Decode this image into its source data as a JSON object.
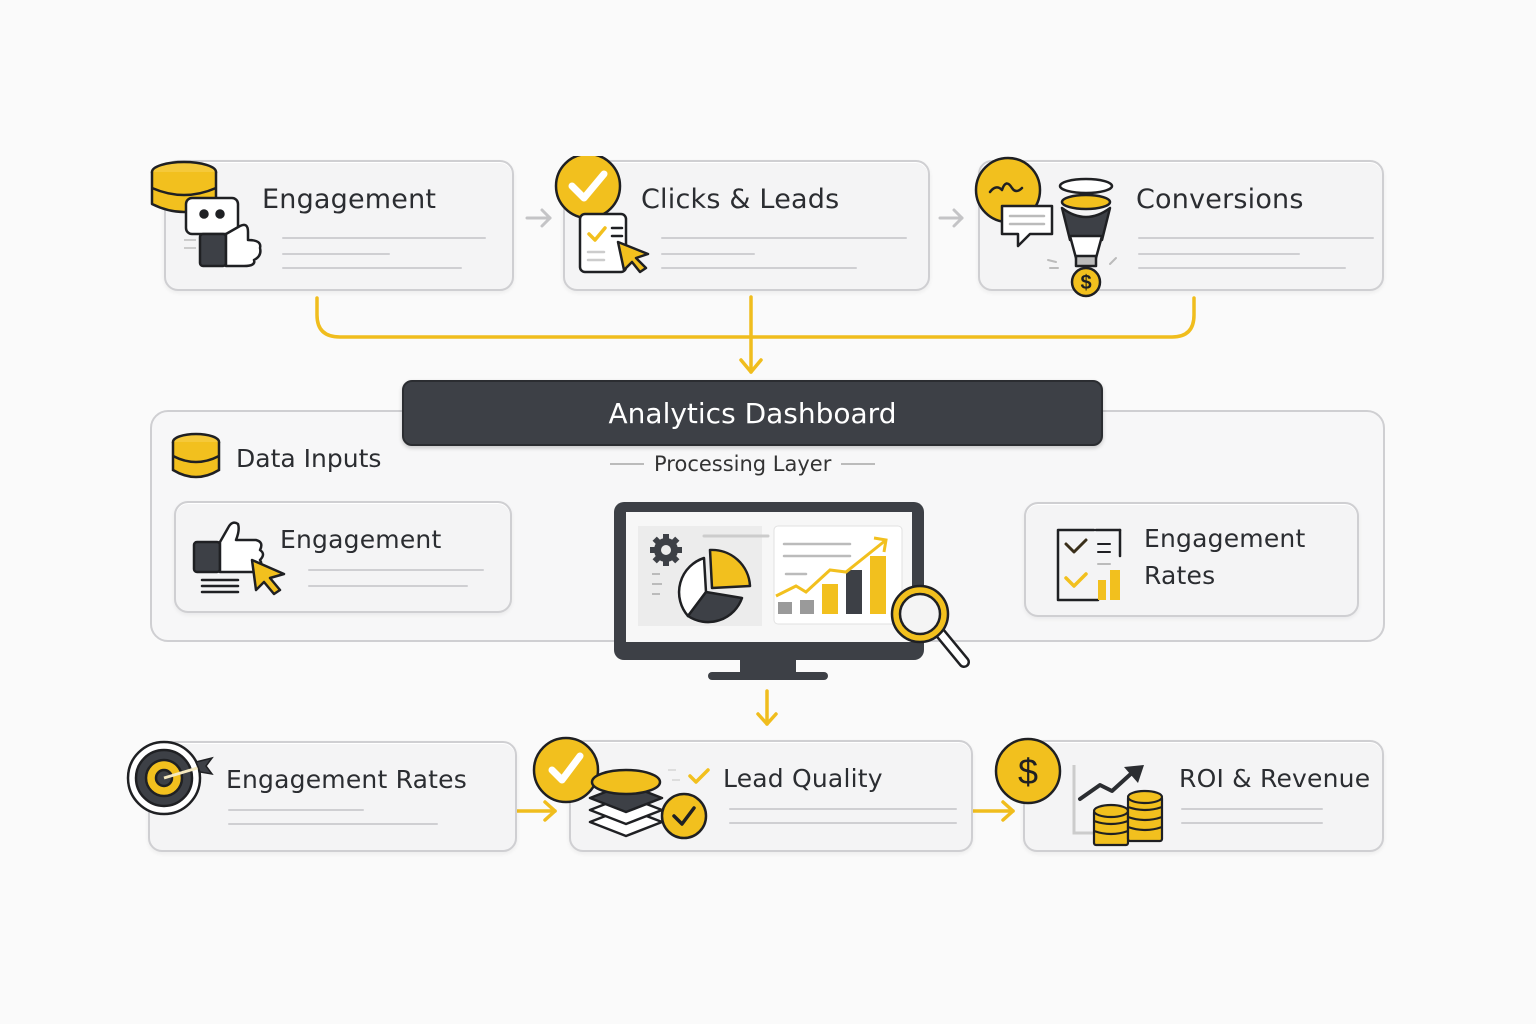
{
  "diagram": {
    "header": {
      "title": "Analytics Dashboard"
    },
    "top_row": [
      {
        "id": "engagement",
        "label": "Engagement",
        "icon": "database-thumbs-up-icon"
      },
      {
        "id": "clicks-leads",
        "label": "Clicks & Leads",
        "icon": "checkmark-clipboard-cursor-icon"
      },
      {
        "id": "conversions",
        "label": "Conversions",
        "icon": "chat-funnel-dollar-icon"
      }
    ],
    "middle": {
      "data_inputs_label": "Data Inputs",
      "processing_label": "Processing Layer",
      "input_card": {
        "label": "Engagement",
        "icon": "thumbs-up-cursor-icon"
      },
      "dashboard_icon": "monitor-charts-magnifier-icon",
      "output_card": {
        "label_line1": "Engagement",
        "label_line2": "Rates",
        "icon": "checklist-bars-icon"
      }
    },
    "bottom_row": [
      {
        "id": "engagement-rates",
        "label": "Engagement Rates",
        "icon": "target-arrow-icon"
      },
      {
        "id": "lead-quality",
        "label": "Lead Quality",
        "icon": "layers-check-icon"
      },
      {
        "id": "roi-revenue",
        "label": "ROI & Revenue",
        "icon": "coins-trend-icon"
      }
    ],
    "colors": {
      "accent": "#f2c01e",
      "dark": "#3d4046",
      "border": "#cfcfd2",
      "background": "#fafafa",
      "arrow_gray": "#c4c4c6"
    }
  }
}
